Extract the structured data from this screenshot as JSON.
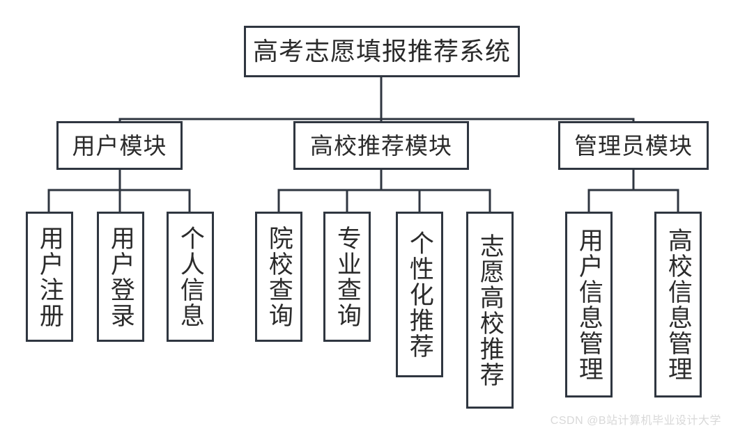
{
  "diagram": {
    "title": "高考志愿填报推荐系统",
    "type": "tree",
    "style": {
      "border_color": "#2f3640",
      "fill_color": "#ffffff",
      "background_color": "#ffffff",
      "text_color": "#2b2b2b",
      "watermark_color": "#d8d8d8"
    },
    "root": {
      "label": "高考志愿填报推荐系统"
    },
    "modules": [
      {
        "label": "用户模块",
        "children": [
          {
            "label": "用户注册"
          },
          {
            "label": "用户登录"
          },
          {
            "label": "个人信息"
          }
        ]
      },
      {
        "label": "高校推荐模块",
        "children": [
          {
            "label": "院校查询"
          },
          {
            "label": "专业查询"
          },
          {
            "label": "个性化推荐"
          },
          {
            "label": "志愿高校推荐"
          }
        ]
      },
      {
        "label": "管理员模块",
        "children": [
          {
            "label": "用户信息管理"
          },
          {
            "label": "高校信息管理"
          }
        ]
      }
    ]
  },
  "watermark": {
    "text": "CSDN @B站计算机毕业设计大学"
  }
}
